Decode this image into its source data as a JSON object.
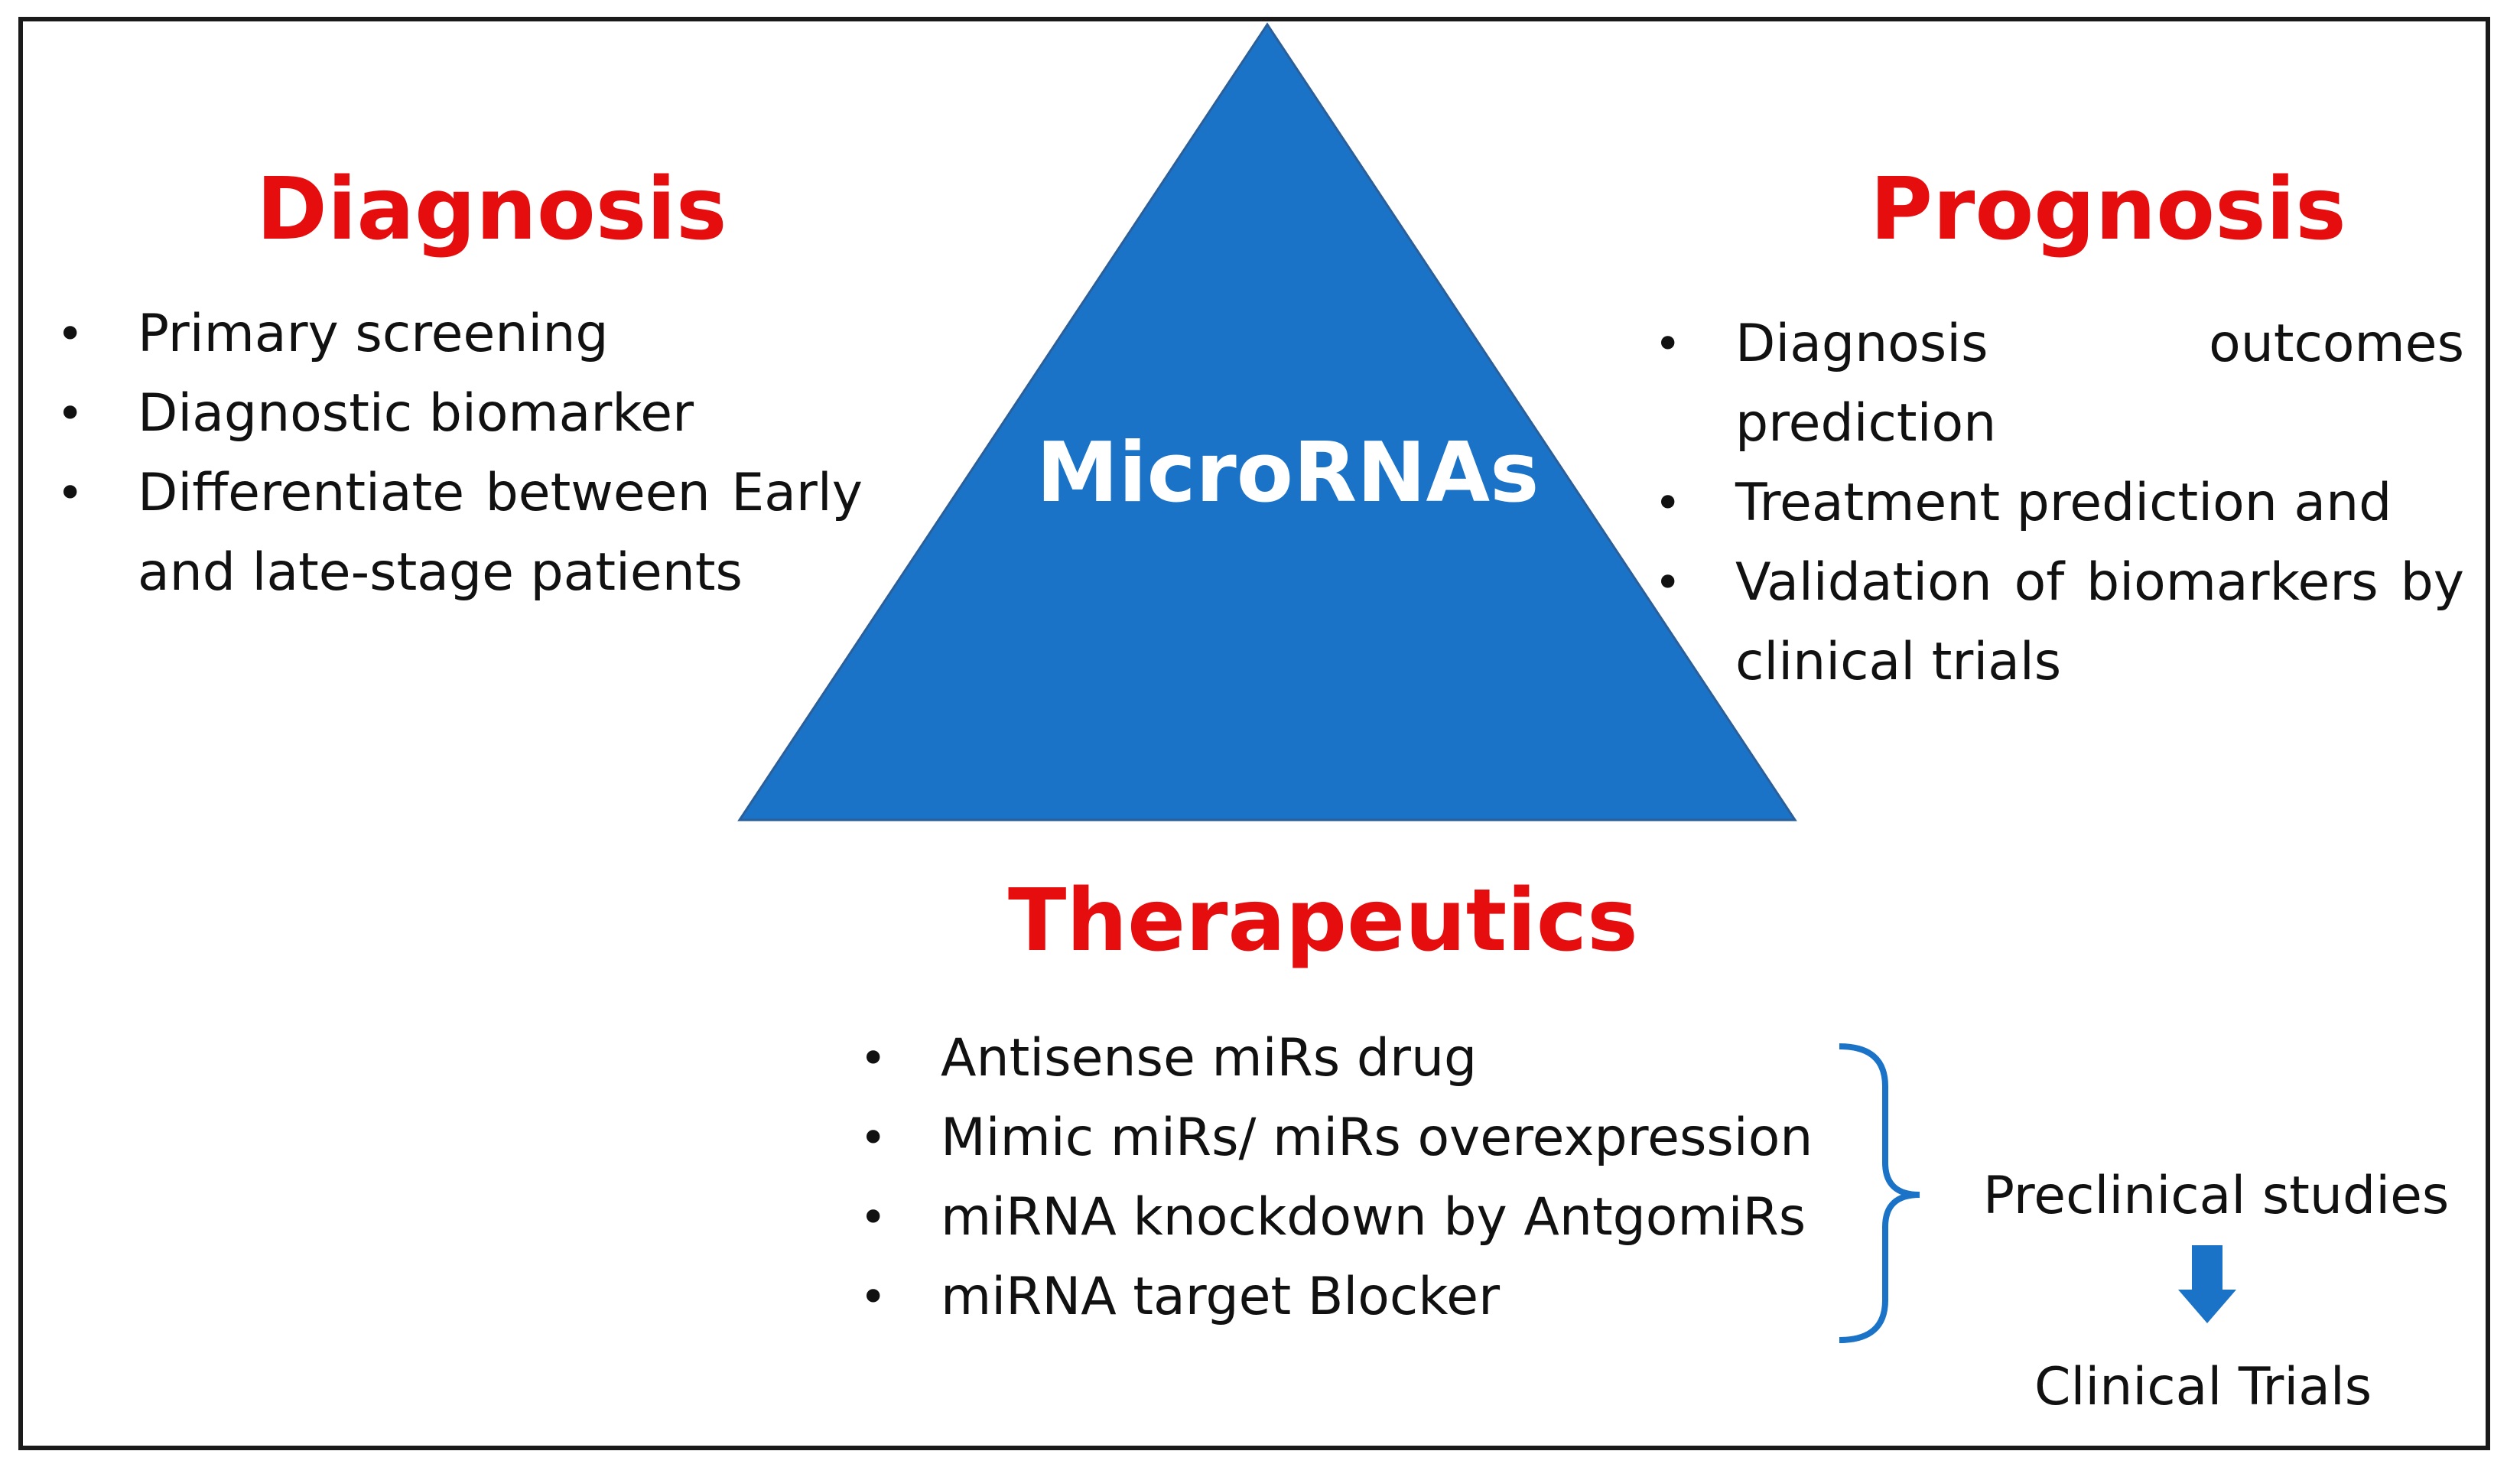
{
  "center": {
    "label": "MicroRNAs"
  },
  "diagnosis": {
    "title": "Diagnosis",
    "items": [
      "Primary screening",
      "Diagnostic biomarker",
      "Differentiate between Early and late-stage patients"
    ]
  },
  "prognosis": {
    "title": "Prognosis",
    "items": [
      "Diagnosis outcomes prediction",
      "Treatment prediction and",
      "Validation of biomarkers by clinical trials"
    ]
  },
  "therapeutics": {
    "title": "Therapeutics",
    "items": [
      "Antisense miRs drug",
      "Mimic miRs/ miRs overexpression",
      "miRNA knockdown by AntgomiRs",
      "miRNA target Blocker"
    ],
    "stage1": "Preclinical studies",
    "stage2": "Clinical Trials"
  },
  "colors": {
    "triangle": "#1b73c8",
    "heading": "#e50d0d",
    "bracket": "#1b73c8",
    "arrow": "#1b73c8"
  },
  "icons": {
    "bullet": "•",
    "arrow": "arrow-down-icon"
  }
}
